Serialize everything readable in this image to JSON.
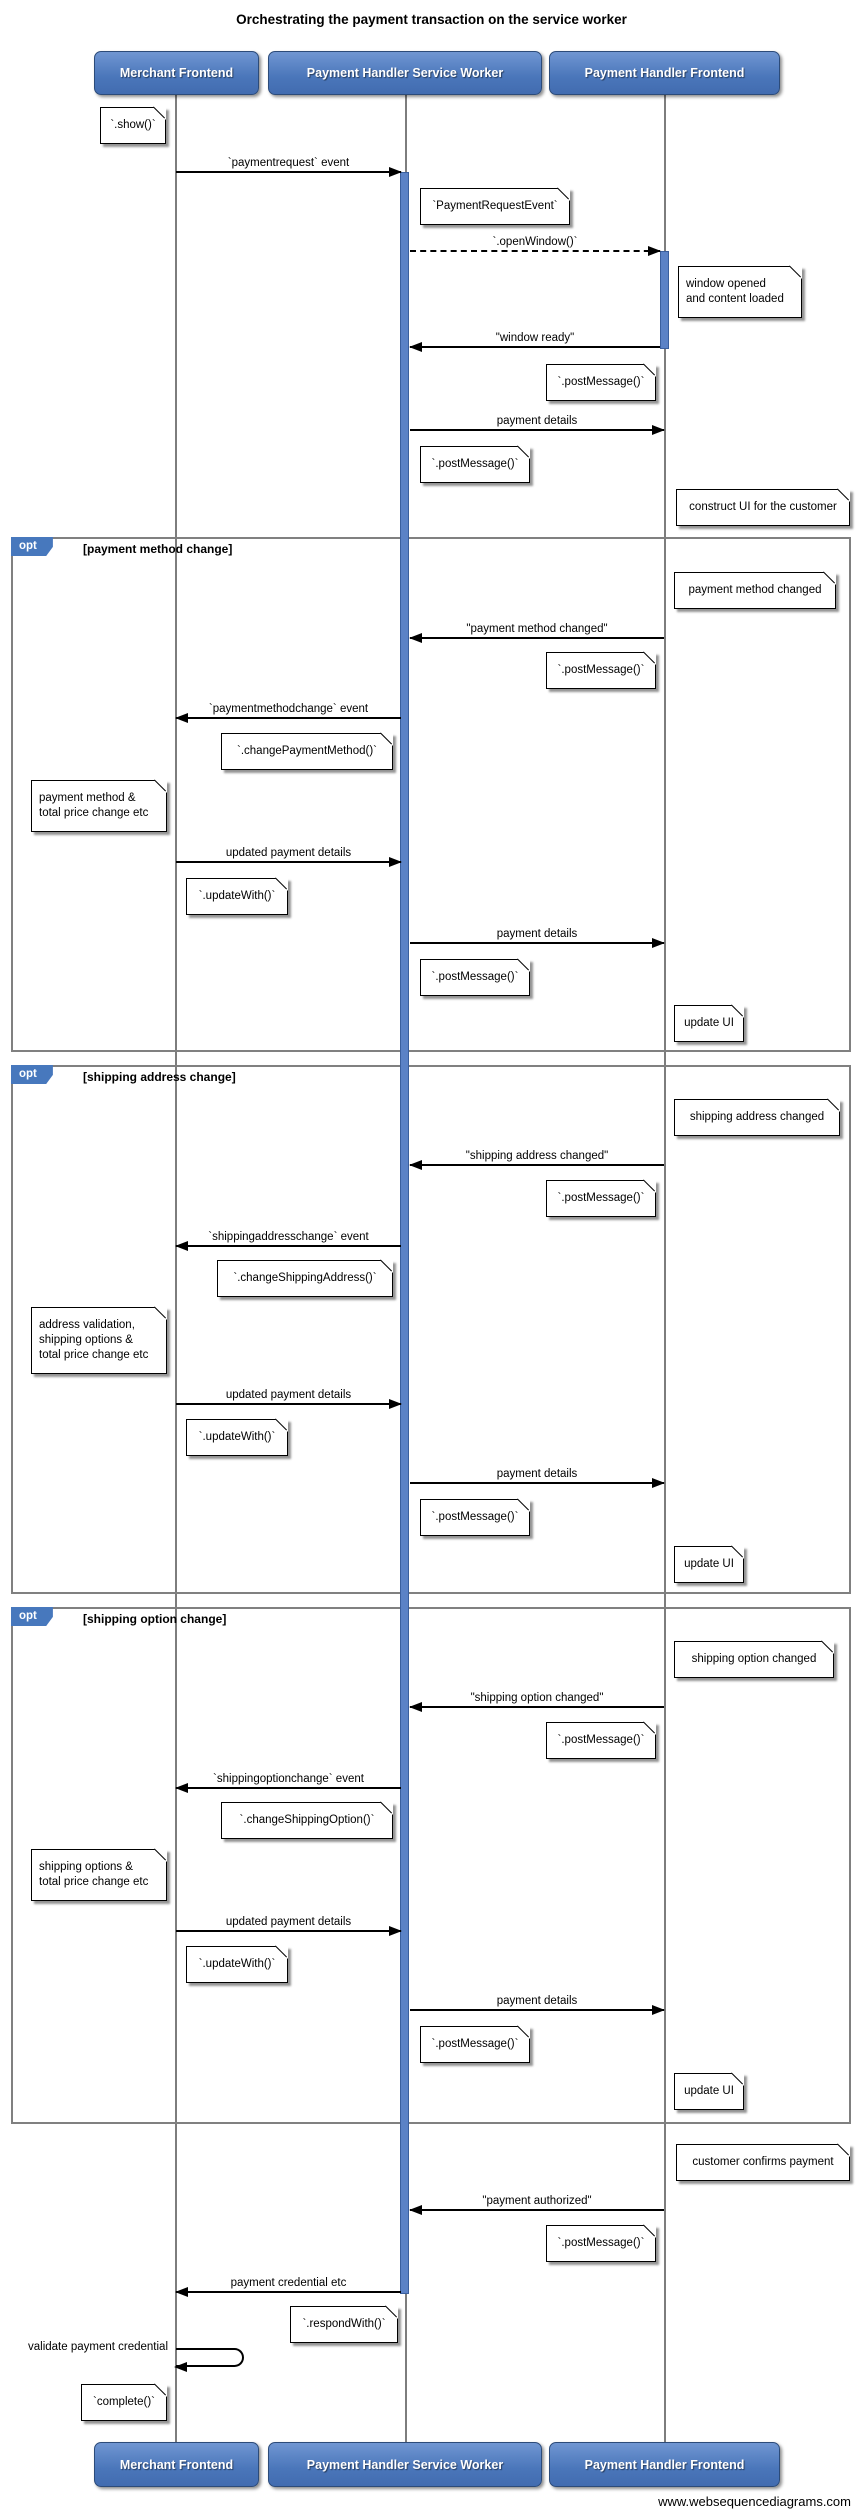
{
  "title": "Orchestrating the payment transaction on the service worker",
  "footer": "www.websequencediagrams.com",
  "participants": [
    "Merchant Frontend",
    "Payment Handler Service Worker",
    "Payment Handler Frontend"
  ],
  "opt_blocks": [
    {
      "keyword": "opt",
      "condition": "[payment method change]"
    },
    {
      "keyword": "opt",
      "condition": "[shipping address change]"
    },
    {
      "keyword": "opt",
      "condition": "[shipping option change]"
    }
  ],
  "messages": [
    {
      "label": "`paymentrequest` event",
      "from": "Merchant Frontend",
      "to": "Payment Handler Service Worker",
      "style": "solid"
    },
    {
      "label": "`.openWindow()`",
      "from": "Payment Handler Service Worker",
      "to": "Payment Handler Frontend",
      "style": "dashed"
    },
    {
      "label": "\"window ready\"",
      "from": "Payment Handler Frontend",
      "to": "Payment Handler Service Worker",
      "style": "solid"
    },
    {
      "label": "payment details",
      "from": "Payment Handler Service Worker",
      "to": "Payment Handler Frontend",
      "style": "solid"
    },
    {
      "label": "\"payment method changed\"",
      "from": "Payment Handler Frontend",
      "to": "Payment Handler Service Worker",
      "style": "solid"
    },
    {
      "label": "`paymentmethodchange` event",
      "from": "Payment Handler Service Worker",
      "to": "Merchant Frontend",
      "style": "solid"
    },
    {
      "label": "updated payment details",
      "from": "Merchant Frontend",
      "to": "Payment Handler Service Worker",
      "style": "solid"
    },
    {
      "label": "payment details",
      "from": "Payment Handler Service Worker",
      "to": "Payment Handler Frontend",
      "style": "solid"
    },
    {
      "label": "\"shipping address changed\"",
      "from": "Payment Handler Frontend",
      "to": "Payment Handler Service Worker",
      "style": "solid"
    },
    {
      "label": "`shippingaddresschange` event",
      "from": "Payment Handler Service Worker",
      "to": "Merchant Frontend",
      "style": "solid"
    },
    {
      "label": "updated payment details",
      "from": "Merchant Frontend",
      "to": "Payment Handler Service Worker",
      "style": "solid"
    },
    {
      "label": "payment details",
      "from": "Payment Handler Service Worker",
      "to": "Payment Handler Frontend",
      "style": "solid"
    },
    {
      "label": "\"shipping option changed\"",
      "from": "Payment Handler Frontend",
      "to": "Payment Handler Service Worker",
      "style": "solid"
    },
    {
      "label": "`shippingoptionchange` event",
      "from": "Payment Handler Service Worker",
      "to": "Merchant Frontend",
      "style": "solid"
    },
    {
      "label": "updated payment details",
      "from": "Merchant Frontend",
      "to": "Payment Handler Service Worker",
      "style": "solid"
    },
    {
      "label": "payment details",
      "from": "Payment Handler Service Worker",
      "to": "Payment Handler Frontend",
      "style": "solid"
    },
    {
      "label": "\"payment authorized\"",
      "from": "Payment Handler Frontend",
      "to": "Payment Handler Service Worker",
      "style": "solid"
    },
    {
      "label": "payment credential etc",
      "from": "Payment Handler Service Worker",
      "to": "Merchant Frontend",
      "style": "solid"
    },
    {
      "label": "validate payment credential",
      "from": "Merchant Frontend",
      "to": "Merchant Frontend",
      "style": "self"
    }
  ],
  "notes": [
    {
      "text": "`.show()`"
    },
    {
      "text": "`PaymentRequestEvent`"
    },
    {
      "text": "window opened\nand content loaded"
    },
    {
      "text": "`.postMessage()`"
    },
    {
      "text": "`.postMessage()`"
    },
    {
      "text": "construct UI for the customer"
    },
    {
      "text": "payment method changed"
    },
    {
      "text": "`.postMessage()`"
    },
    {
      "text": "`.changePaymentMethod()`"
    },
    {
      "text": "payment method &\ntotal price change etc"
    },
    {
      "text": "`.updateWith()`"
    },
    {
      "text": "`.postMessage()`"
    },
    {
      "text": "update UI"
    },
    {
      "text": "shipping address changed"
    },
    {
      "text": "`.postMessage()`"
    },
    {
      "text": "`.changeShippingAddress()`"
    },
    {
      "text": "address validation,\nshipping options &\ntotal price change etc"
    },
    {
      "text": "`.updateWith()`"
    },
    {
      "text": "`.postMessage()`"
    },
    {
      "text": "update UI"
    },
    {
      "text": "shipping option changed"
    },
    {
      "text": "`.postMessage()`"
    },
    {
      "text": "`.changeShippingOption()`"
    },
    {
      "text": "shipping options &\ntotal price change etc"
    },
    {
      "text": "`.updateWith()`"
    },
    {
      "text": "`.postMessage()`"
    },
    {
      "text": "update UI"
    },
    {
      "text": "customer confirms payment"
    },
    {
      "text": "`.postMessage()`"
    },
    {
      "text": "`.respondWith()`"
    },
    {
      "text": "`complete()`"
    }
  ],
  "colors": {
    "background": "#ffffff",
    "participant_fill": "#4d7ec1",
    "participant_border": "#2c4b79",
    "participant_text": "#ffffff",
    "activation_fill": "#5b82c6",
    "lifeline": "#7d7d7d",
    "frame_border": "#808080",
    "opt_tab_fill": "#4778bd",
    "note_fill": "#ffffff",
    "note_border": "#000000",
    "arrow": "#000000"
  }
}
